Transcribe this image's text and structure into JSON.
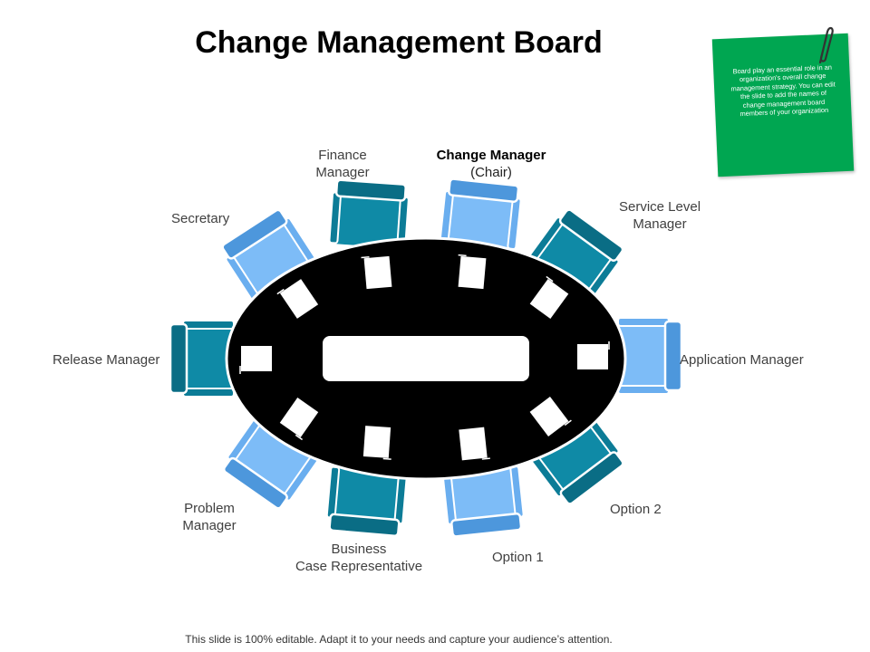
{
  "title": "Change Management Board",
  "note": {
    "text": "Board play an essential role in an organization's overall change management strategy. You can edit the slide to add the names of change management board members of your organization"
  },
  "colors": {
    "chair_light": "#6fb3f5",
    "chair_light_dark": "#4a90d8",
    "chair_teal": "#0f8aa6",
    "chair_teal_dark": "#0a6d85",
    "table": "#000000",
    "note": "#00a651"
  },
  "roles": {
    "finance_manager": {
      "line1": "Finance",
      "line2": "Manager"
    },
    "chair": {
      "line1": "Change Manager",
      "line2": "(Chair)"
    },
    "service_level_manager": {
      "line1": "Service Level",
      "line2": "Manager"
    },
    "secretary": {
      "line1": "Secretary"
    },
    "release_manager": {
      "line1": "Release Manager"
    },
    "application_manager": {
      "line1": "Application Manager"
    },
    "problem_manager": {
      "line1": "Problem",
      "line2": "Manager"
    },
    "business_case_rep": {
      "line1": "Business",
      "line2": "Case Representative"
    },
    "option_1": {
      "line1": "Option 1"
    },
    "option_2": {
      "line1": "Option 2"
    }
  },
  "footer": "This slide is 100% editable. Adapt it to your needs and capture your audience’s attention."
}
